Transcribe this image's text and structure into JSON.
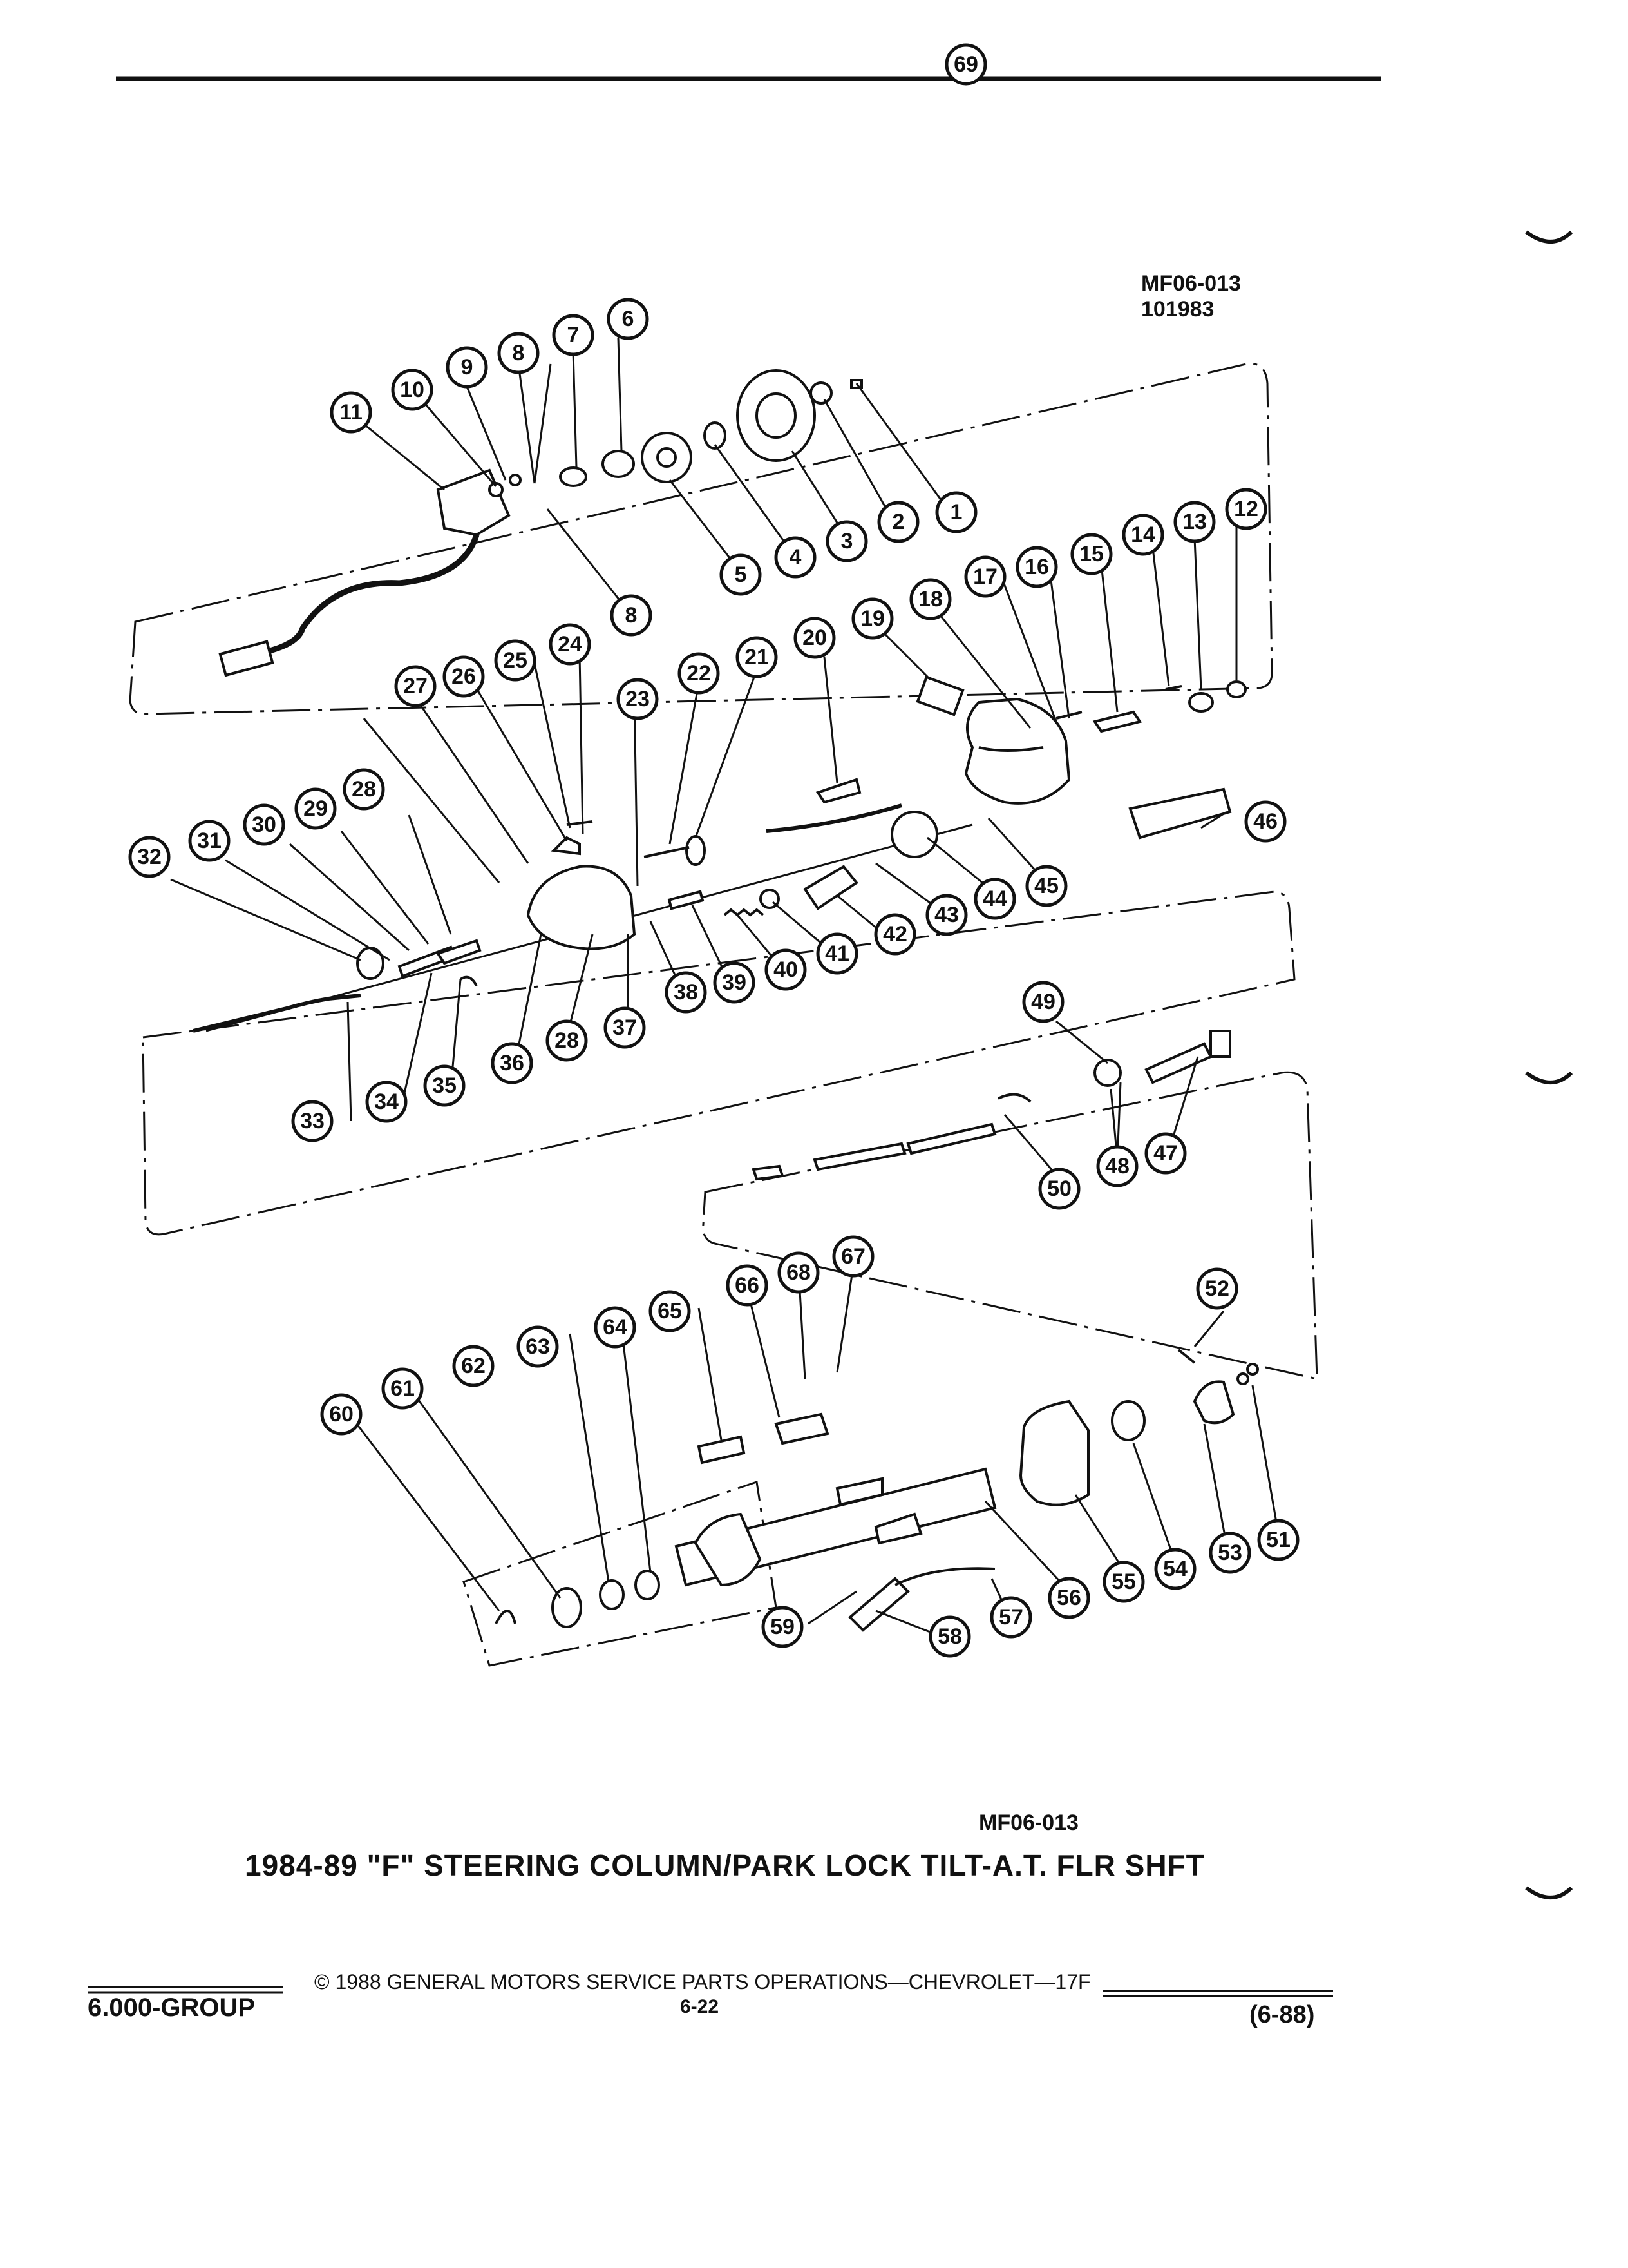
{
  "diagram": {
    "code_top": "MF06-013",
    "number_top": "101983",
    "code_bottom": "MF06-013",
    "title": "1984-89 \"F\" STEERING COLUMN/PARK LOCK TILT-A.T. FLR SHFT"
  },
  "callouts": [
    {
      "n": "1"
    },
    {
      "n": "2"
    },
    {
      "n": "3"
    },
    {
      "n": "4"
    },
    {
      "n": "5"
    },
    {
      "n": "6"
    },
    {
      "n": "7"
    },
    {
      "n": "8"
    },
    {
      "n": "8"
    },
    {
      "n": "9"
    },
    {
      "n": "10"
    },
    {
      "n": "11"
    },
    {
      "n": "12"
    },
    {
      "n": "13"
    },
    {
      "n": "14"
    },
    {
      "n": "15"
    },
    {
      "n": "16"
    },
    {
      "n": "17"
    },
    {
      "n": "18"
    },
    {
      "n": "19"
    },
    {
      "n": "20"
    },
    {
      "n": "21"
    },
    {
      "n": "22"
    },
    {
      "n": "23"
    },
    {
      "n": "24"
    },
    {
      "n": "25"
    },
    {
      "n": "26"
    },
    {
      "n": "27"
    },
    {
      "n": "28"
    },
    {
      "n": "28"
    },
    {
      "n": "29"
    },
    {
      "n": "30"
    },
    {
      "n": "31"
    },
    {
      "n": "32"
    },
    {
      "n": "33"
    },
    {
      "n": "34"
    },
    {
      "n": "35"
    },
    {
      "n": "36"
    },
    {
      "n": "37"
    },
    {
      "n": "38"
    },
    {
      "n": "39"
    },
    {
      "n": "40"
    },
    {
      "n": "41"
    },
    {
      "n": "42"
    },
    {
      "n": "43"
    },
    {
      "n": "44"
    },
    {
      "n": "45"
    },
    {
      "n": "46"
    },
    {
      "n": "47"
    },
    {
      "n": "48"
    },
    {
      "n": "49"
    },
    {
      "n": "50"
    },
    {
      "n": "51"
    },
    {
      "n": "52"
    },
    {
      "n": "53"
    },
    {
      "n": "54"
    },
    {
      "n": "55"
    },
    {
      "n": "56"
    },
    {
      "n": "57"
    },
    {
      "n": "58"
    },
    {
      "n": "59"
    },
    {
      "n": "60"
    },
    {
      "n": "61"
    },
    {
      "n": "62"
    },
    {
      "n": "63"
    },
    {
      "n": "64"
    },
    {
      "n": "65"
    },
    {
      "n": "66"
    },
    {
      "n": "67"
    },
    {
      "n": "68"
    },
    {
      "n": "69"
    }
  ],
  "footer": {
    "copyright": "© 1988 GENERAL MOTORS SERVICE PARTS OPERATIONS—CHEVROLET—17F",
    "page": "6-22",
    "group": "6.000-GROUP",
    "date": "(6-88)"
  },
  "colors": {
    "ink": "#111111",
    "paper": "#ffffff"
  }
}
